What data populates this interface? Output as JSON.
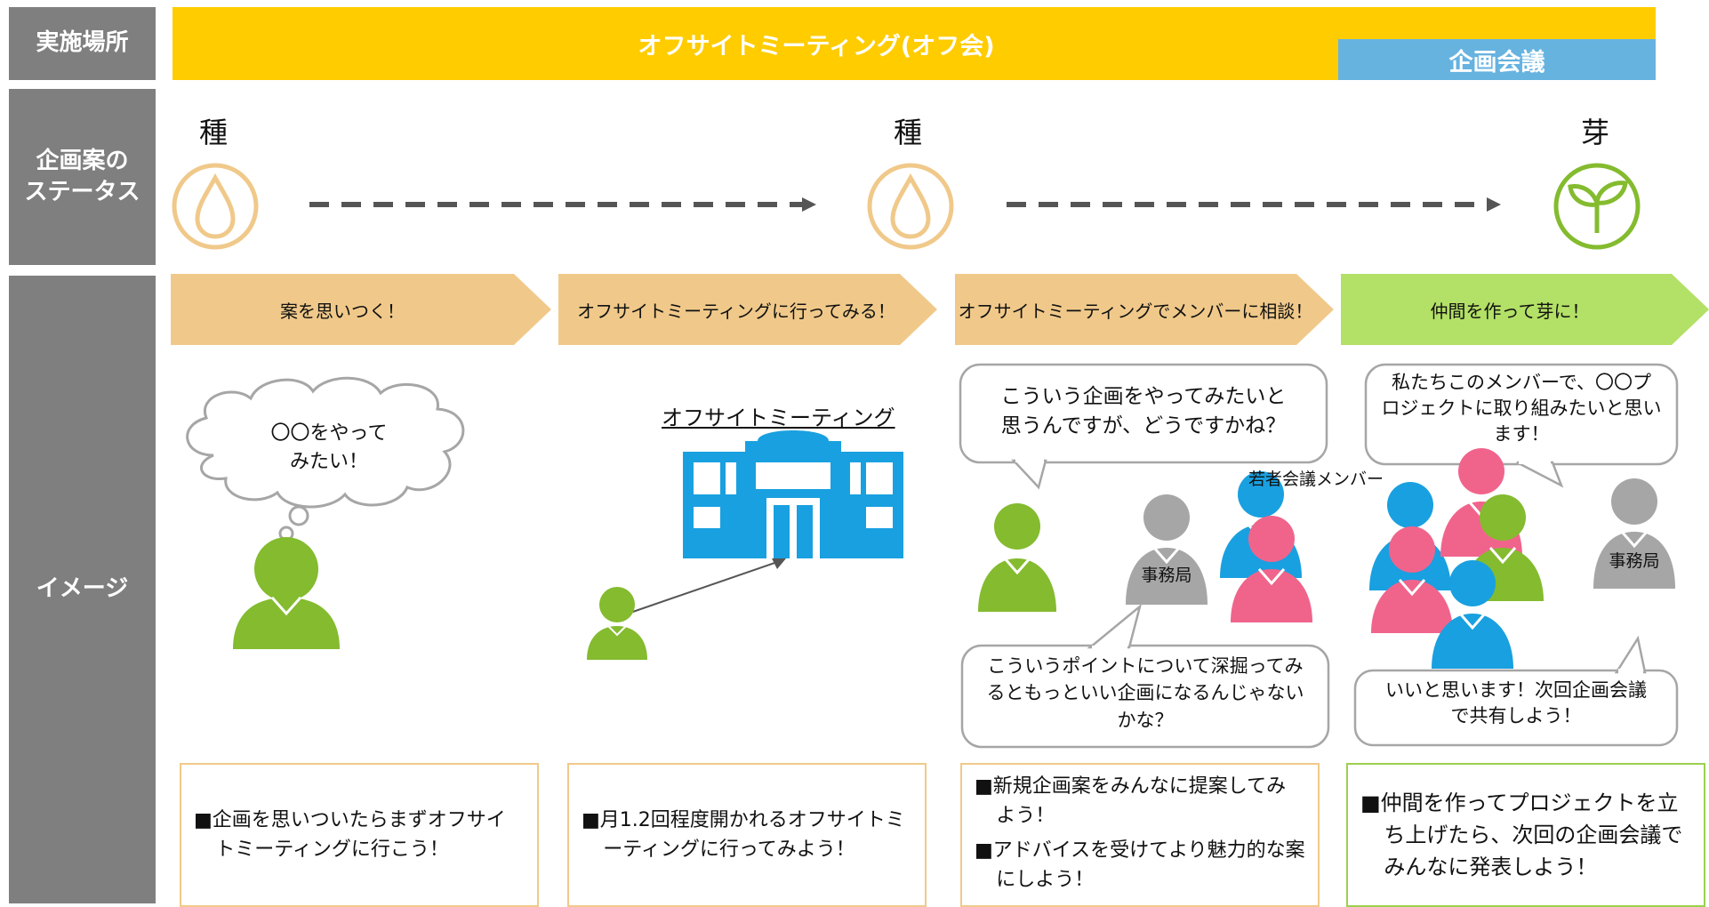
{
  "rows": {
    "place_label": "実施場所",
    "status_label": "企画案の\nステータス",
    "image_label": "イメージ"
  },
  "top_bar": {
    "main": "オフサイトミーティング(オフ会)",
    "sub": "企画会議"
  },
  "status": {
    "labels": [
      "種",
      "種",
      "芽"
    ]
  },
  "steps": [
    {
      "label": "案を思いつく！"
    },
    {
      "label": "オフサイトミーティングに行ってみる！"
    },
    {
      "label": "オフサイトミーティングでメンバーに相談！"
    },
    {
      "label": "仲間を作って芽に！"
    }
  ],
  "images": {
    "thought": "〇〇をやって\nみたい！",
    "building_label": "オフサイトミーティング",
    "bubble_consult": "こういう企画をやってみたいと\n思うんですが、どうですかね？",
    "bubble_advice": "こういうポイントについて深掘ってみ\nるともっといい企画になるんじゃない\nかな？",
    "members_label": "若者会議メンバー",
    "secretariat_1": "事務局",
    "bubble_team": "私たちこのメンバーで、〇〇プ\nロジェクトに取り組みたいと思い\nます！",
    "bubble_share": "いいと思います！次回企画会議\nで共有しよう！",
    "secretariat_2": "事務局"
  },
  "boxes": [
    {
      "items": [
        "■企画を思いついたらまずオフサイトミーティングに行こう！"
      ]
    },
    {
      "items": [
        "■月1.2回程度開かれるオフサイトミーティングに行ってみよう！"
      ]
    },
    {
      "items": [
        "■新規企画案をみんなに提案してみよう！",
        "■アドバイスを受けてより魅力的な案にしよう！"
      ]
    },
    {
      "items": [
        "■仲間を作ってプロジェクトを立ち上げたら、次回の企画会議でみんなに発表しよう！"
      ]
    }
  ],
  "colors": {
    "yellow": "#ffcc00",
    "blue_bar": "#66b3e0",
    "chevron_tan": "#f0c98a",
    "chevron_green": "#b3e066",
    "person_green": "#84bb2f",
    "person_blue": "#19a0e0",
    "person_pink": "#f0648c",
    "person_gray": "#a6a6a6",
    "building_blue": "#19a0e0",
    "seed_ring": "#f0c98a",
    "sprout_ring": "#84bb2f"
  }
}
